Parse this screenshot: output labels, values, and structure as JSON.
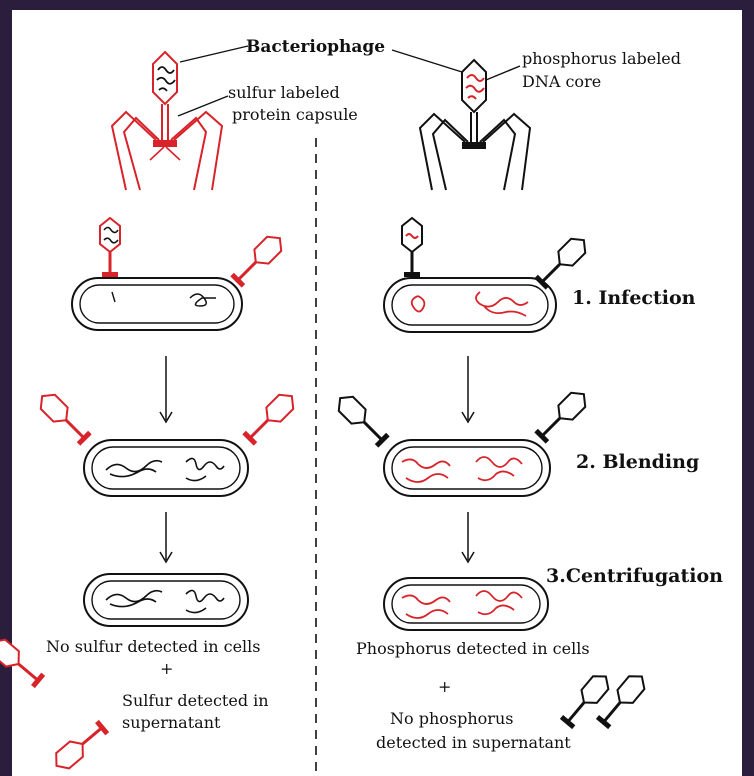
{
  "labels": {
    "bacteriophage": "Bacteriophage",
    "sulfur_capsule_line1": "sulfur labeled",
    "sulfur_capsule_line2": "protein capsule",
    "phosphorus_core_line1": "phosphorus labeled",
    "phosphorus_core_line2": "DNA core",
    "step1": "1. Infection",
    "step2": "2. Blending",
    "step3": "3.Centrifugation",
    "left_result": "No sulfur detected in cells",
    "left_plus": "+",
    "left_super_line1": "Sulfur detected in",
    "left_super_line2": "supernatant",
    "right_result": "Phosphorus detected in cells",
    "right_plus": "+",
    "right_super_line1": "No phosphorus",
    "right_super_line2": "detected in supernatant"
  },
  "colors": {
    "label_red": "#d8232a",
    "outline_black": "#111111",
    "frame_background": "#2a1e3c",
    "panel_background": "#ffffff"
  }
}
